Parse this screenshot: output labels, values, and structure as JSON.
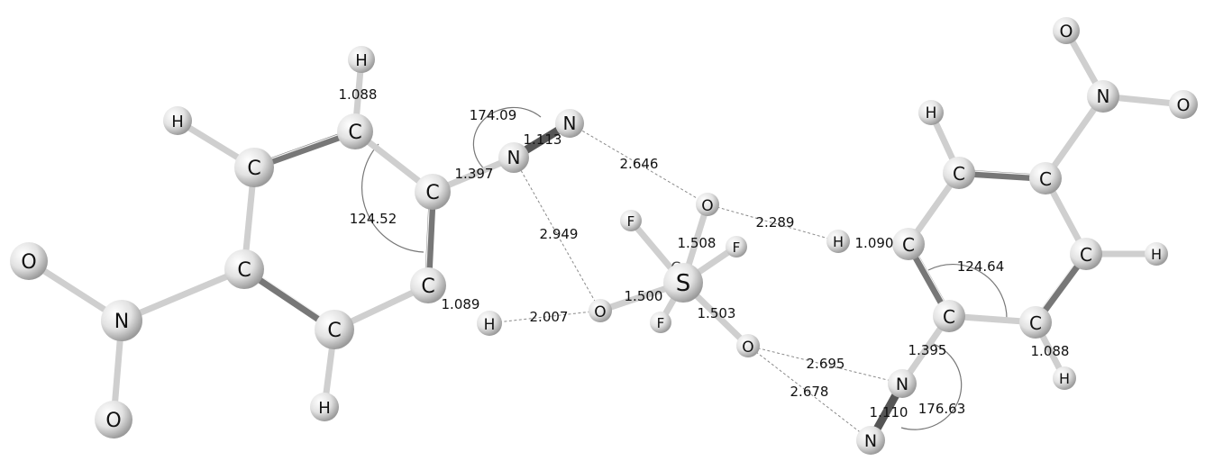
{
  "atoms": [
    {
      "id": "a1",
      "el": "H"
    },
    {
      "id": "a2",
      "el": "H"
    },
    {
      "id": "a3",
      "el": "C"
    },
    {
      "id": "a4",
      "el": "C"
    },
    {
      "id": "a5",
      "el": "C"
    },
    {
      "id": "a6",
      "el": "C"
    },
    {
      "id": "a7",
      "el": "C"
    },
    {
      "id": "a8",
      "el": "C"
    },
    {
      "id": "a9",
      "el": "O"
    },
    {
      "id": "a10",
      "el": "N"
    },
    {
      "id": "a11",
      "el": "O"
    },
    {
      "id": "a12",
      "el": "H"
    },
    {
      "id": "a13",
      "el": "H"
    },
    {
      "id": "a14",
      "el": "N"
    },
    {
      "id": "a15",
      "el": "N"
    },
    {
      "id": "a16",
      "el": "O"
    },
    {
      "id": "a17",
      "el": "F"
    },
    {
      "id": "a18",
      "el": "F"
    },
    {
      "id": "a19",
      "el": "S"
    },
    {
      "id": "a20",
      "el": "F"
    },
    {
      "id": "a21",
      "el": "O"
    },
    {
      "id": "a22",
      "el": "O"
    },
    {
      "id": "a23",
      "el": "O"
    },
    {
      "id": "a24",
      "el": "O"
    },
    {
      "id": "a25",
      "el": "N"
    },
    {
      "id": "a26",
      "el": "H"
    },
    {
      "id": "a27",
      "el": "C"
    },
    {
      "id": "a28",
      "el": "C"
    },
    {
      "id": "a29",
      "el": "H"
    },
    {
      "id": "a30",
      "el": "C"
    },
    {
      "id": "a31",
      "el": "H"
    },
    {
      "id": "a32",
      "el": "C"
    },
    {
      "id": "a33",
      "el": "C"
    },
    {
      "id": "a34",
      "el": "C"
    },
    {
      "id": "a35",
      "el": "H"
    },
    {
      "id": "a36",
      "el": "N"
    },
    {
      "id": "a37",
      "el": "N"
    }
  ],
  "hidden_label": "C",
  "measurements": [
    {
      "id": "m1",
      "text": "1.088"
    },
    {
      "id": "m2",
      "text": "174.09"
    },
    {
      "id": "m3",
      "text": "1.113"
    },
    {
      "id": "m4",
      "text": "1.397"
    },
    {
      "id": "m5",
      "text": "2.646"
    },
    {
      "id": "m6",
      "text": "124.52"
    },
    {
      "id": "m7",
      "text": "2.949"
    },
    {
      "id": "m8",
      "text": "2.289"
    },
    {
      "id": "m9",
      "text": "1.508"
    },
    {
      "id": "m10",
      "text": "1.090"
    },
    {
      "id": "m11",
      "text": "124.64"
    },
    {
      "id": "m12",
      "text": "1.500"
    },
    {
      "id": "m13",
      "text": "1.089"
    },
    {
      "id": "m14",
      "text": "2.007"
    },
    {
      "id": "m15",
      "text": "1.503"
    },
    {
      "id": "m16",
      "text": "1.395"
    },
    {
      "id": "m17",
      "text": "1.088"
    },
    {
      "id": "m18",
      "text": "2.695"
    },
    {
      "id": "m19",
      "text": "2.678"
    },
    {
      "id": "m20",
      "text": "1.110"
    },
    {
      "id": "m21",
      "text": "176.63"
    }
  ]
}
